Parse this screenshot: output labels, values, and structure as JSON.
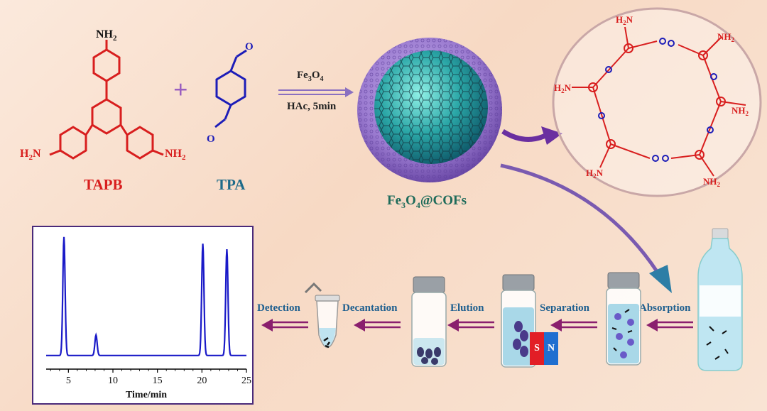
{
  "reagents": {
    "tapb": {
      "name": "TAPB",
      "nh2_top": "NH",
      "nh2_left": "H",
      "nh2_right": "NH",
      "sub": "2",
      "sub_left": "2",
      "n_left": "N"
    },
    "plus": "+",
    "tpa": {
      "name": "TPA",
      "o": "O"
    }
  },
  "reaction": {
    "reagent": "Fe",
    "reagent_sub1": "3",
    "reagent_o": "O",
    "reagent_sub2": "4",
    "condition": "HAc, 5min"
  },
  "product": {
    "label_fe": "Fe",
    "sub1": "3",
    "label_o": "O",
    "sub2": "4",
    "label_rest": "@COFs"
  },
  "network": {
    "nh2": "NH",
    "h2n": "H",
    "n": "N",
    "two": "2"
  },
  "steps": {
    "detection": "Detection",
    "decantation": "Decantation",
    "elution": "Elution",
    "separation": "Separation",
    "absorption": "Absorption"
  },
  "magnet": {
    "s": "S",
    "n": "N"
  },
  "chart_data": {
    "type": "line",
    "xlabel": "Time/min",
    "ylabel": "",
    "xlim": [
      2.5,
      25
    ],
    "ylim": [
      0,
      1
    ],
    "x_ticks": [
      5,
      10,
      15,
      20,
      25
    ],
    "grid": false,
    "peaks": [
      {
        "x": 4.5,
        "height": 0.97
      },
      {
        "x": 8.1,
        "height": 0.25
      },
      {
        "x": 20.1,
        "height": 0.92
      },
      {
        "x": 22.8,
        "height": 0.88
      }
    ],
    "line_color": "#1a1ac8"
  },
  "colors": {
    "accent_red": "#d81e1e",
    "accent_blue": "#1d1db8",
    "arrow_purple": "#8a1f6e",
    "sphere_teal": "#2aa6a6",
    "shell_purple": "#9b7bd0"
  }
}
